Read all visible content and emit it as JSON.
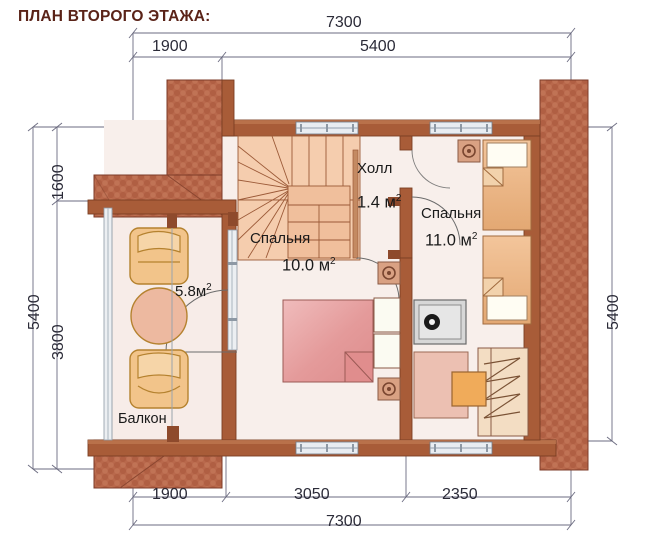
{
  "title": "ПЛАН ВТОРОГО ЭТАЖА:",
  "colors": {
    "title": "#5a2318",
    "dimension_text": "#2b2b38",
    "dimension_line": "#6b6b80",
    "wall_timber": "#9c5434",
    "wall_timber_light": "#b97047",
    "brick": "#b5654a",
    "brick_dark": "#8d4330",
    "room_fill": "#f7ece8",
    "stair_fill": "#f3c8a8",
    "bed_pink": "#e8a0a0",
    "furniture_orange": "#f0b878",
    "balcony_fill": "#f7ece8",
    "window_glass": "#dfe4ea"
  },
  "dimensions": {
    "top_outer": "7300",
    "top_inner": [
      "1900",
      "5400"
    ],
    "left_outer": "5400",
    "left_inner": [
      "1600",
      "3800"
    ],
    "right_outer": "5400",
    "bottom_inner": [
      "1900",
      "3050",
      "2350"
    ],
    "bottom_outer": "7300"
  },
  "rooms": [
    {
      "name": "Холл",
      "area": "1.4 м",
      "sup": "2"
    },
    {
      "name": "Спальня",
      "area": "10.0 м",
      "sup": "2"
    },
    {
      "name": "Спальня",
      "area": "11.0 м",
      "sup": "2"
    },
    {
      "name": "Балкон",
      "area": "5.8м",
      "sup": "2"
    }
  ],
  "labels": {
    "hall_name": "Холл",
    "hall_area": "1.4 м",
    "bedroom1_name": "Спальня",
    "bedroom1_area": "10.0 м",
    "bedroom2_name": "Спальня",
    "bedroom2_area": "11.0 м",
    "balcony_name": "Балкон",
    "balcony_area": "5.8м",
    "sup": "2"
  }
}
